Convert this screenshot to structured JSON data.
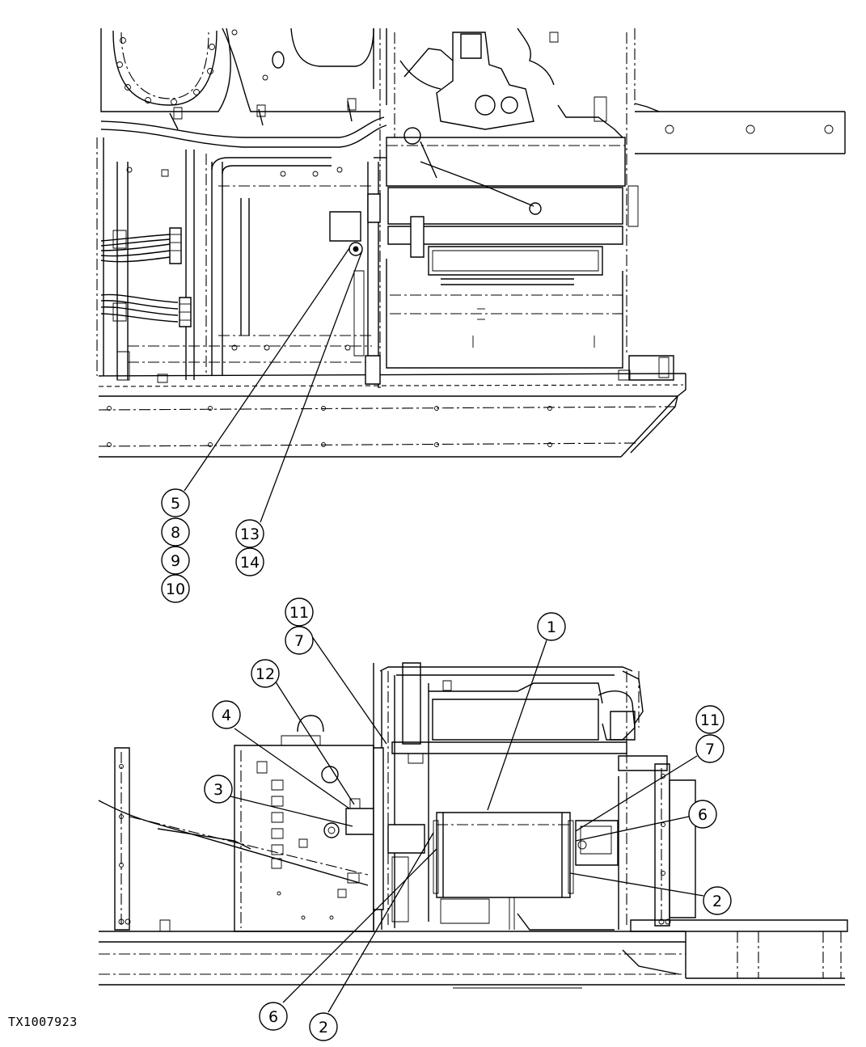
{
  "figure": {
    "id": "TX1007923"
  },
  "callouts": {
    "top_5": "5",
    "top_8": "8",
    "top_9": "9",
    "top_10": "10",
    "top_13": "13",
    "top_14": "14",
    "bot_11_left": "11",
    "bot_7_left": "7",
    "bot_12": "12",
    "bot_4": "4",
    "bot_3": "3",
    "bot_1": "1",
    "bot_11_right": "11",
    "bot_7_right": "7",
    "bot_6_right": "6",
    "bot_2_right": "2",
    "bot_6_bottom": "6",
    "bot_2_bottom": "2"
  }
}
